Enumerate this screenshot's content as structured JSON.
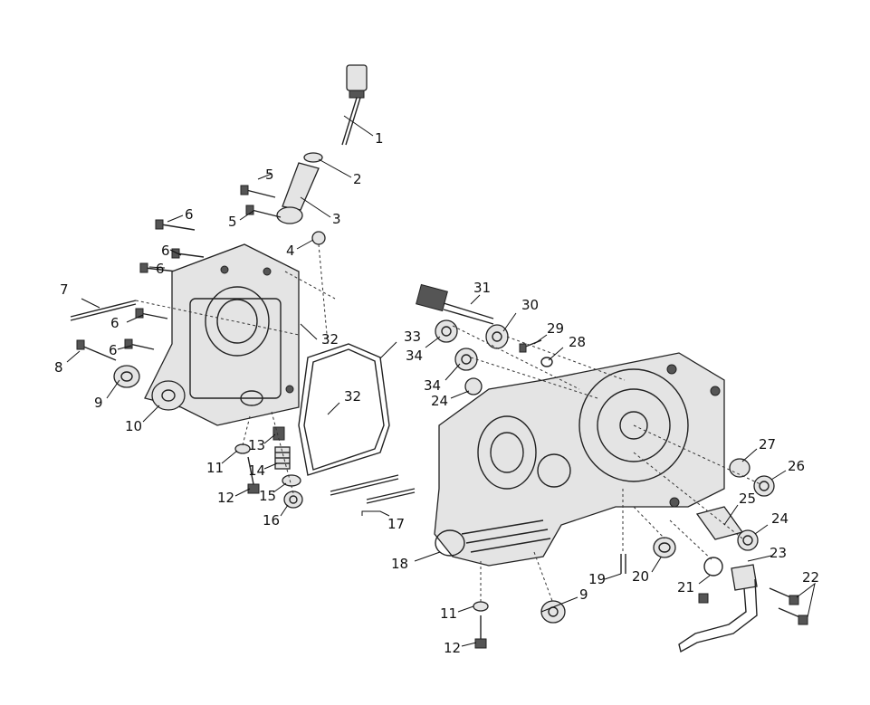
{
  "diagram": {
    "labels": [
      "1",
      "2",
      "3",
      "4",
      "5",
      "5",
      "6",
      "6",
      "6",
      "6",
      "6",
      "7",
      "8",
      "9",
      "10",
      "11",
      "12",
      "13",
      "14",
      "15",
      "16",
      "17",
      "18",
      "9",
      "11",
      "12",
      "19",
      "20",
      "21",
      "22",
      "23",
      "24",
      "25",
      "26",
      "27",
      "28",
      "29",
      "30",
      "31",
      "32",
      "32",
      "33",
      "34",
      "34",
      "24"
    ]
  }
}
